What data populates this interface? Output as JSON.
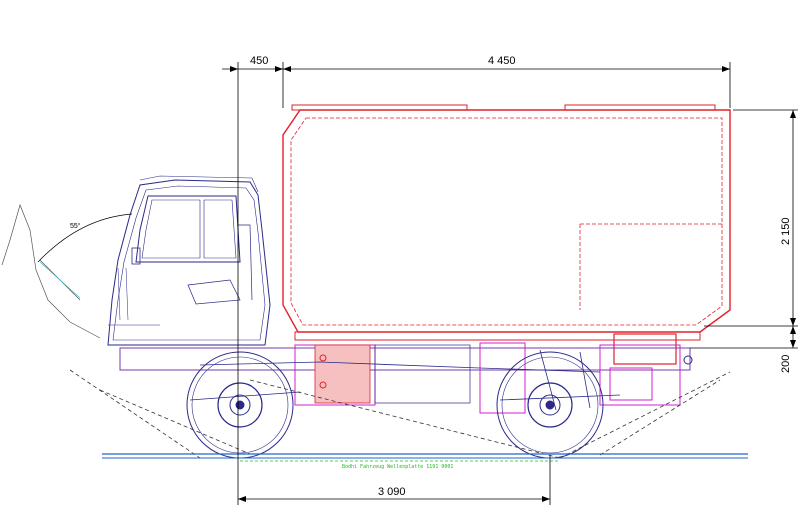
{
  "dimensions": {
    "front_overhang": "450",
    "body_length": "4 450",
    "body_height": "2 150",
    "frame_clearance": "200",
    "wheelbase": "3 090"
  },
  "annotations": {
    "tilt_angle": "55°",
    "ground_note": "Bodhi Fahrzeug Wellenplatte 1191 0001"
  },
  "colors": {
    "body_outline": "#e0202a",
    "chassis": "#d020d0",
    "cab": "#2a2a8a",
    "dimension": "#000000",
    "ground": "#2266cc",
    "ground_note": "#22bb22"
  }
}
